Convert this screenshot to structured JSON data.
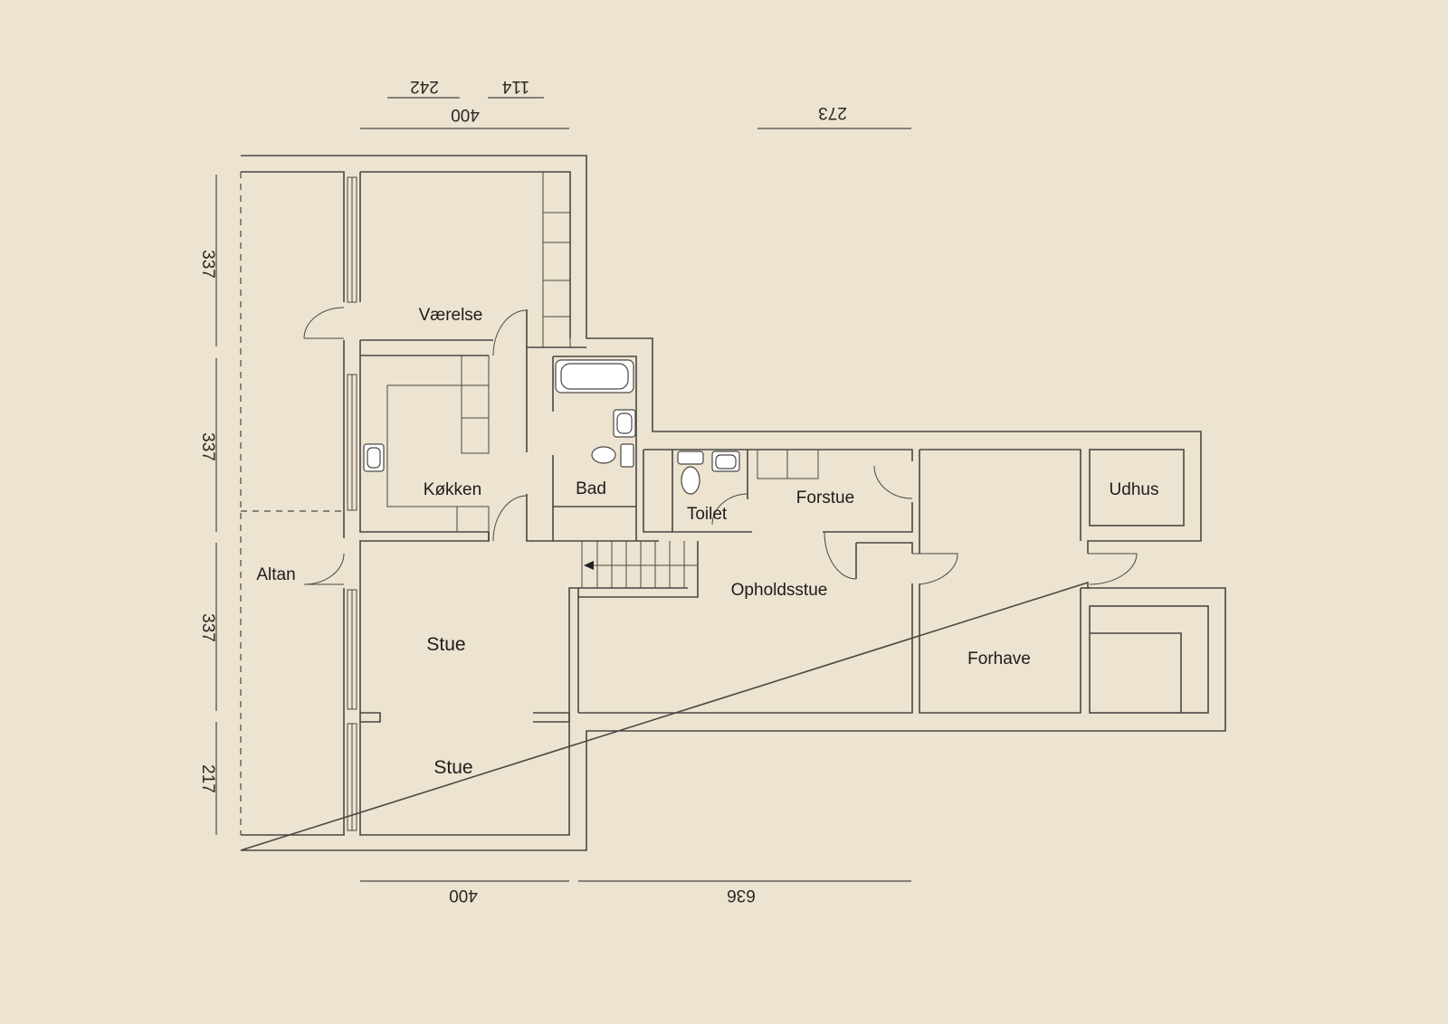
{
  "rooms": {
    "vaerelse": "Værelse",
    "kokken": "Køkken",
    "bad": "Bad",
    "toilet": "Toilet",
    "forstue": "Forstue",
    "udhus": "Udhus",
    "altan": "Altan",
    "opholdsstue": "Opholdsstue",
    "stue_upper": "Stue",
    "stue_lower": "Stue",
    "forhave": "Forhave"
  },
  "dimensions": {
    "top_242": "242",
    "top_114": "114",
    "top_400": "400",
    "top_273": "273",
    "left_337_a": "337",
    "left_337_b": "337",
    "left_337_c": "337",
    "left_217": "217",
    "bottom_400": "400",
    "bottom_636": "636"
  },
  "colors": {
    "background": "#ece3d0",
    "line": "#4a4744"
  }
}
